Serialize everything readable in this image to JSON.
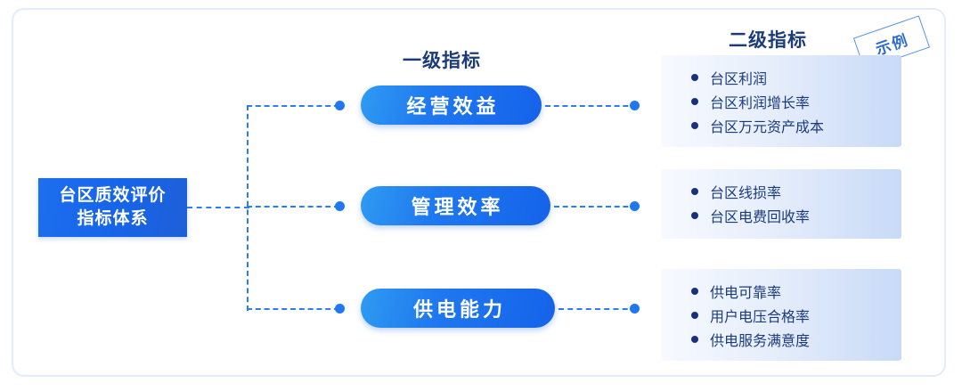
{
  "diagram": {
    "root": {
      "lines": [
        "台区质效评价",
        "指标体系"
      ]
    },
    "headers": {
      "level1": "一级指标",
      "level2": "二级指标"
    },
    "badge": {
      "label": "示例"
    },
    "branches": [
      {
        "pill_label": "经营效益",
        "items": [
          "台区利润",
          "台区利润增长率",
          "台区万元资产成本"
        ]
      },
      {
        "pill_label": "管理效率",
        "items": [
          "台区线损率",
          "台区电费回收率"
        ]
      },
      {
        "pill_label": "供电能力",
        "items": [
          "供电可靠率",
          "用户电压合格率",
          "供电服务满意度"
        ]
      }
    ],
    "colors": {
      "primary_blue": "#1f78f0",
      "deep_navy": "#1b3c78",
      "connector_blue": "#2f7cf0",
      "card_gradient_start": "#f7faff",
      "card_gradient_end": "#c8daf7",
      "frame_border": "#e3ecfa"
    }
  }
}
